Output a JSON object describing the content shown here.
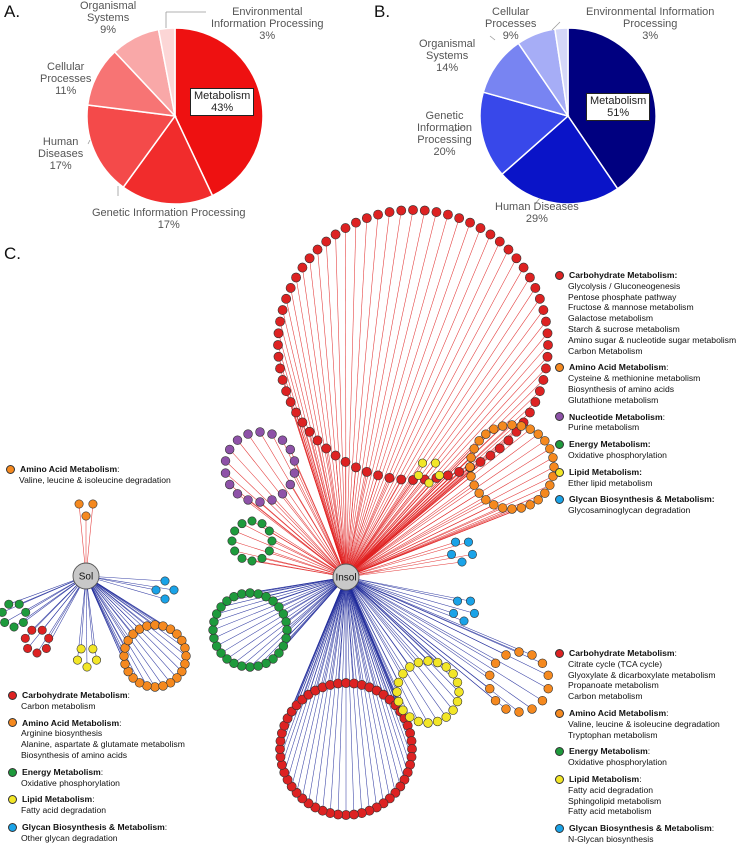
{
  "panels": {
    "a": "A.",
    "b": "B.",
    "c": "C."
  },
  "pie_a": {
    "slices": [
      {
        "name": "Metabolism",
        "pct": 43,
        "color": "#ee1111"
      },
      {
        "name": "Genetic Information Processing",
        "pct": 17,
        "color": "#f12c2c"
      },
      {
        "name": "Human Diseases",
        "pct": 17,
        "color": "#f44a4a"
      },
      {
        "name": "Cellular Processes",
        "pct": 11,
        "color": "#f77474"
      },
      {
        "name": "Organismal Systems",
        "pct": 9,
        "color": "#f9a8a8"
      },
      {
        "name": "Environmental Information Processing",
        "pct": 3,
        "color": "#fcd6d6"
      }
    ],
    "labels": {
      "metabolism": "Metabolism\n43%",
      "genetic": "Genetic Information Processing\n17%",
      "human": "Human\nDiseases\n17%",
      "cellular": "Cellular\nProcesses\n11%",
      "organismal": "Organismal\nSystems\n9%",
      "environmental": "Environmental\nInformation Processing\n3%"
    }
  },
  "pie_b": {
    "slices": [
      {
        "name": "Metabolism",
        "pct": 51,
        "color": "#000080"
      },
      {
        "name": "Human Diseases",
        "pct": 29,
        "color": "#0a14c8"
      },
      {
        "name": "Genetic Information Processing",
        "pct": 20,
        "color": "#3848ea"
      },
      {
        "name": "Organismal Systems",
        "pct": 14,
        "color": "#7884f2"
      },
      {
        "name": "Cellular Processes",
        "pct": 9,
        "color": "#a6adf6"
      },
      {
        "name": "Environmental Information Processing",
        "pct": 3,
        "color": "#d4d7f8"
      }
    ],
    "labels": {
      "metabolism": "Metabolism\n51%",
      "human": "Human Diseases\n29%",
      "genetic": "Genetic\nInformation\nProcessing\n20%",
      "organismal": "Organismal\nSystems\n14%",
      "cellular": "Cellular\nProcesses\n9%",
      "environmental": "Environmental Information\nProcessing\n3%"
    }
  },
  "network": {
    "hubs": {
      "sol": "Sol",
      "insol": "Insol"
    },
    "colors": {
      "red": "#dd2222",
      "orange": "#f5891f",
      "purple": "#8e52a8",
      "green": "#1e9a3c",
      "yellow": "#f2e627",
      "blue": "#1aa3e8",
      "up_edge": "#e02020",
      "down_edge": "#1f2a9a"
    },
    "clusters": [
      {
        "hub": "insol",
        "color": "red",
        "count": 72,
        "dir": "up"
      },
      {
        "hub": "insol",
        "color": "orange",
        "count": 28,
        "dir": "up"
      },
      {
        "hub": "insol",
        "color": "purple",
        "count": 18,
        "dir": "up"
      },
      {
        "hub": "insol",
        "color": "green",
        "count": 12,
        "dir": "up"
      },
      {
        "hub": "insol",
        "color": "yellow",
        "count": 5,
        "dir": "up"
      },
      {
        "hub": "insol",
        "color": "blue",
        "count": 5,
        "dir": "up"
      },
      {
        "hub": "insol",
        "color": "red",
        "count": 52,
        "dir": "down"
      },
      {
        "hub": "insol",
        "color": "green",
        "count": 28,
        "dir": "down"
      },
      {
        "hub": "insol",
        "color": "yellow",
        "count": 20,
        "dir": "down"
      },
      {
        "hub": "insol",
        "color": "orange",
        "count": 14,
        "dir": "down"
      },
      {
        "hub": "insol",
        "color": "blue",
        "count": 5,
        "dir": "down"
      },
      {
        "hub": "sol",
        "color": "orange",
        "count": 3,
        "dir": "up"
      },
      {
        "hub": "sol",
        "color": "orange",
        "count": 24,
        "dir": "down"
      },
      {
        "hub": "sol",
        "color": "green",
        "count": 7,
        "dir": "down"
      },
      {
        "hub": "sol",
        "color": "red",
        "count": 7,
        "dir": "down"
      },
      {
        "hub": "sol",
        "color": "yellow",
        "count": 5,
        "dir": "down"
      },
      {
        "hub": "sol",
        "color": "blue",
        "count": 4,
        "dir": "down"
      }
    ]
  },
  "legends": {
    "sol_up": [
      {
        "color": "orange",
        "title": "Amino Acid Metabolism",
        "sep": ":",
        "items": [
          "Valine, leucine & isoleucine degradation"
        ]
      }
    ],
    "sol_down": [
      {
        "color": "red",
        "title": "Carbohydrate Metabolism",
        "sep": ":",
        "items": [
          "Carbon metabolism"
        ]
      },
      {
        "color": "orange",
        "title": "Amino Acid Metabolism",
        "sep": ":",
        "items": [
          "Arginine biosynthesis",
          "Alanine, aspartate & glutamate metabolism",
          "Biosynthesis of amino acids"
        ]
      },
      {
        "color": "green",
        "title": "Energy Metabolism",
        "sep": ":",
        "items": [
          "Oxidative phosphorylation"
        ]
      },
      {
        "color": "yellow",
        "title": "Lipid Metabolism",
        "sep": ":",
        "items": [
          "Fatty acid degradation"
        ]
      },
      {
        "color": "blue",
        "title": "Glycan Biosynthesis & Metabolism",
        "sep": ":",
        "items": [
          "Other glycan degradation"
        ]
      }
    ],
    "insol_up": [
      {
        "color": "red",
        "title": "Carbohydrate Metabolism:",
        "sep": "",
        "items": [
          "Glycolysis / Gluconeogenesis",
          "Pentose phosphate pathway",
          "Fructose & mannose metabolism",
          "Galactose metabolism",
          "Starch & sucrose metabolism",
          "Amino sugar & nucleotide sugar metabolism",
          "Carbon Metabolism"
        ]
      },
      {
        "color": "orange",
        "title": "Amino Acid Metabolism",
        "sep": ":",
        "items": [
          "Cysteine & methionine metabolism",
          "Biosynthesis of amino acids",
          "Glutathione metabolism"
        ]
      },
      {
        "color": "purple",
        "title": "Nucleotide Metabolism",
        "sep": ":",
        "items": [
          "Purine metabolism"
        ]
      },
      {
        "color": "green",
        "title": "Energy Metabolism:",
        "sep": "",
        "items": [
          "Oxidative phosphorylation"
        ]
      },
      {
        "color": "yellow",
        "title": "Lipid Metabolism:",
        "sep": "",
        "items": [
          "Ether lipid metabolism"
        ]
      },
      {
        "color": "blue",
        "title": "Glycan Biosynthesis & Metabolism:",
        "sep": "",
        "items": [
          "Glycosaminoglycan degradation"
        ]
      }
    ],
    "insol_down": [
      {
        "color": "red",
        "title": "Carbohydrate Metabolism",
        "sep": ":",
        "items": [
          "Citrate cycle (TCA cycle)",
          "Glyoxylate & dicarboxylate metabolism",
          "Propanoate metabolism",
          "Carbon metabolism"
        ]
      },
      {
        "color": "orange",
        "title": "Amino Acid Metabolism",
        "sep": ":",
        "items": [
          "Valine, leucine & isoleucine degradation",
          "Tryptophan metabolism"
        ]
      },
      {
        "color": "green",
        "title": "Energy Metabolism",
        "sep": ":",
        "items": [
          "Oxidative phosphorylation"
        ]
      },
      {
        "color": "yellow",
        "title": "Lipid Metabolism",
        "sep": ":",
        "items": [
          "Fatty acid degradation",
          "Sphingolipid metabolism",
          "Fatty acid metabolism"
        ]
      },
      {
        "color": "blue",
        "title": "Glycan Biosynthesis & Metabolism",
        "sep": ":",
        "items": [
          "N-Glycan biosynthesis"
        ]
      }
    ]
  }
}
